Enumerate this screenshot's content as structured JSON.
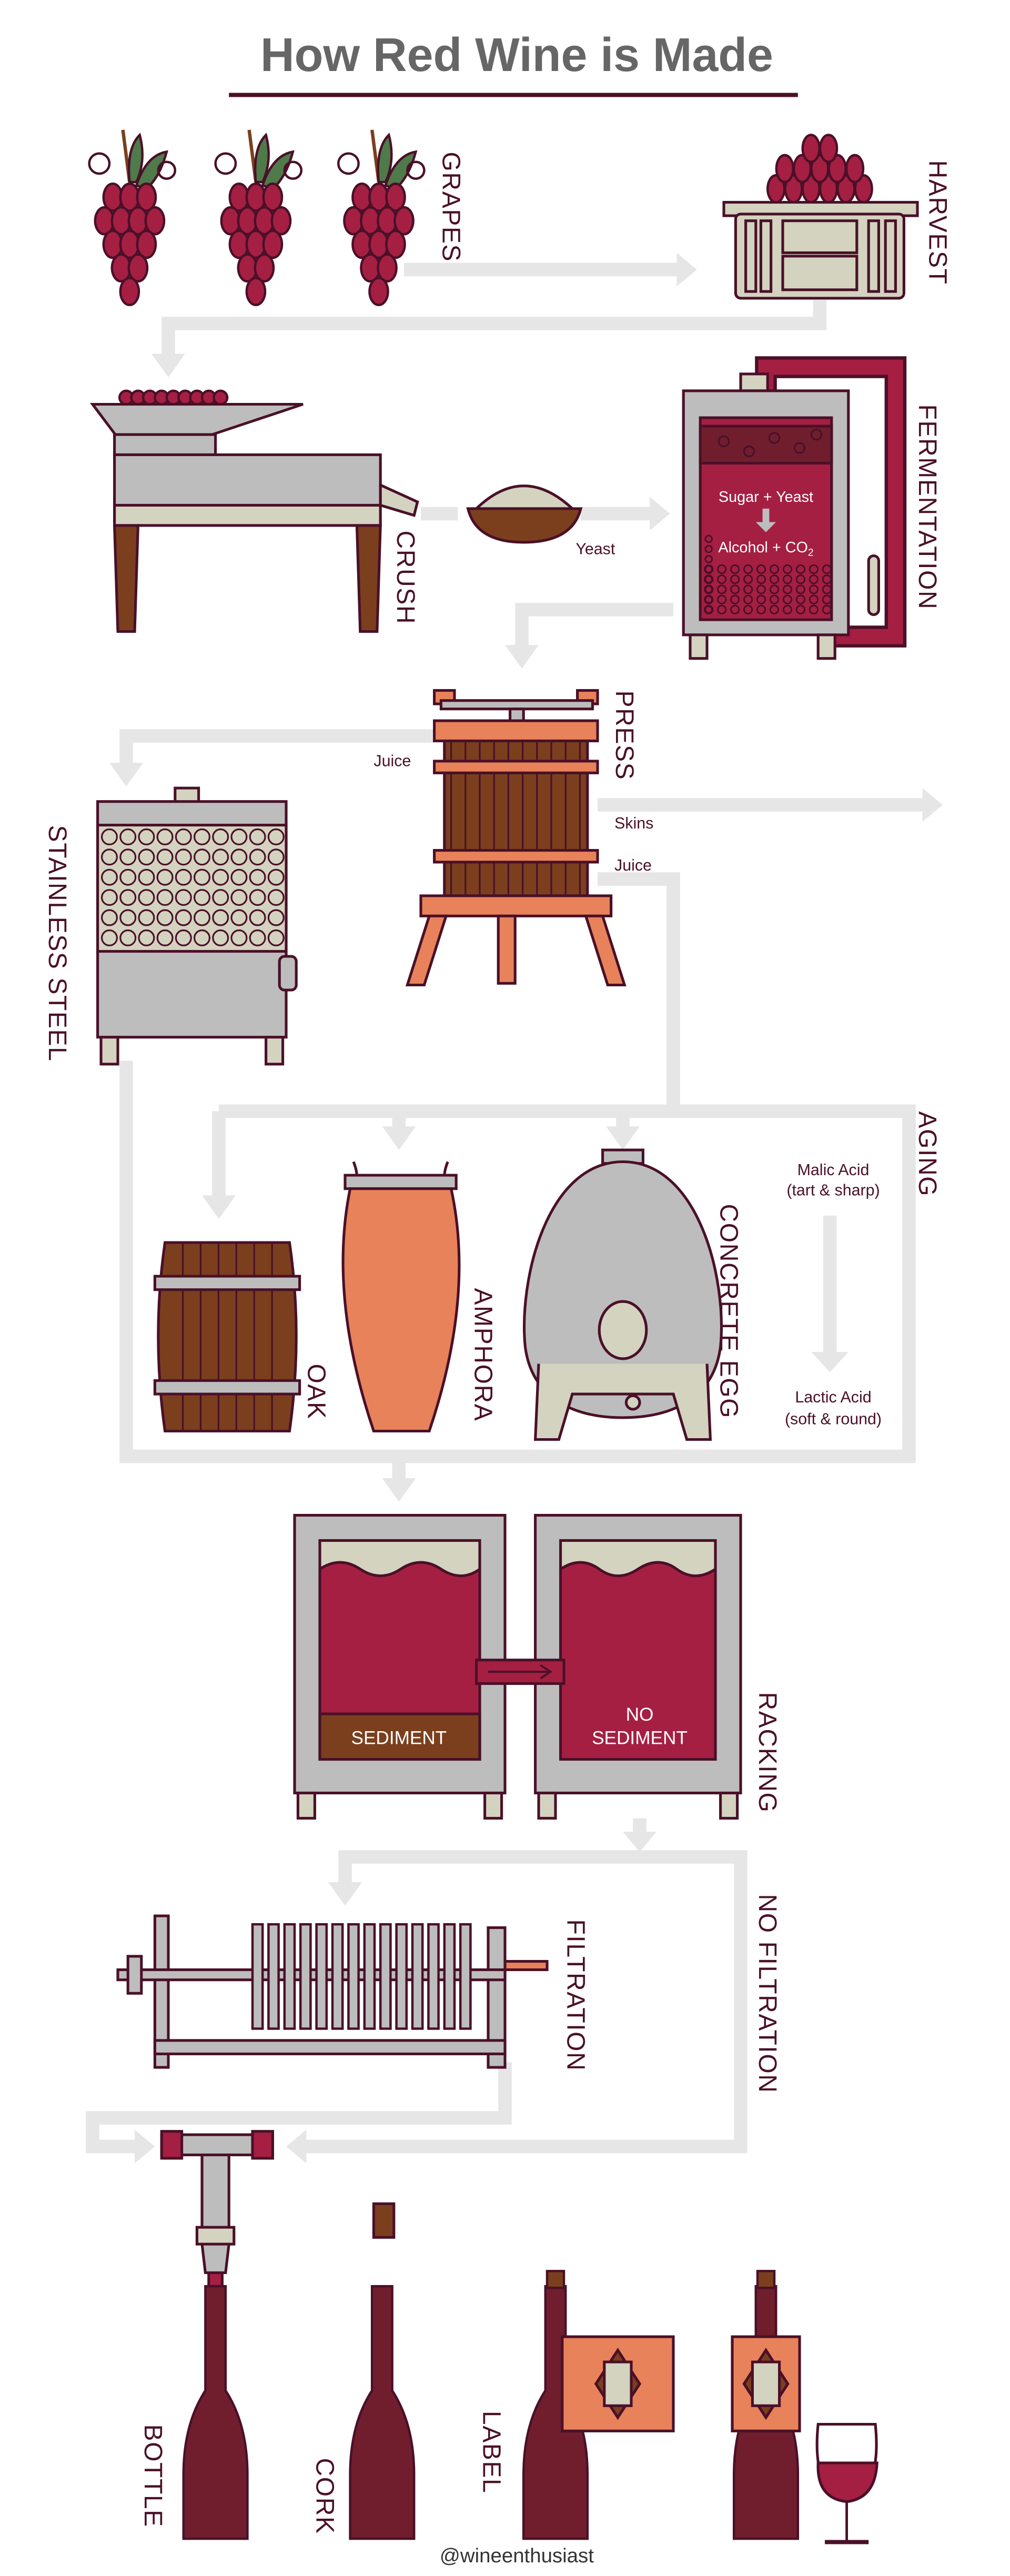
{
  "title": "How Red Wine is Made",
  "steps": {
    "grapes": "GRAPES",
    "harvest": "HARVEST",
    "crush": "CRUSH",
    "fermentation": "FERMENTATION",
    "press": "PRESS",
    "stainless_steel": "STAINLESS STEEL",
    "aging": "AGING",
    "oak": "OAK",
    "amphora": "AMPHORA",
    "concrete_egg": "CONCRETE EGG",
    "racking": "RACKING",
    "filtration": "FILTRATION",
    "no_filtration": "NO FILTRATION",
    "bottle": "BOTTLE",
    "cork": "CORK",
    "label": "LABEL"
  },
  "annotations": {
    "yeast": "Yeast",
    "sugar_yeast": "Sugar + Yeast",
    "alcohol_co2": "Alcohol + CO",
    "co2_subscript": "2",
    "juice_left": "Juice",
    "skins": "Skins",
    "juice_right": "Juice",
    "malic_acid": "Malic Acid",
    "malic_desc": "(tart & sharp)",
    "lactic_acid": "Lactic Acid",
    "lactic_desc": "(soft & round)",
    "sediment": "SEDIMENT",
    "no": "NO",
    "no_sediment": "SEDIMENT"
  },
  "footer": "@wineenthusiast",
  "colors": {
    "wine": "#A51F43",
    "dark_wine": "#701E2D",
    "outline": "#4A1028",
    "steel": "#BDBDBD",
    "cream": "#D3D3C0",
    "terracotta": "#E8825A",
    "wood": "#7B3F1E",
    "leaf": "#4F7A4A",
    "flow": "#E6E6E6"
  }
}
